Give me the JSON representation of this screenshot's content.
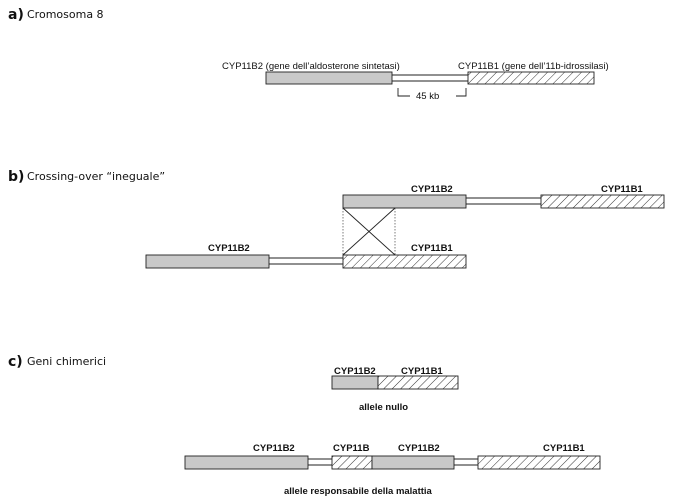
{
  "sections": {
    "a": {
      "letter": "a)",
      "title": "Cromosoma 8"
    },
    "b": {
      "letter": "b)",
      "title": "Crossing-over “ineguale”"
    },
    "c": {
      "letter": "c)",
      "title": "Geni chimerici"
    }
  },
  "labels": {
    "a_b2": "CYP11B2 (gene dell’aldosterone sintetasi)",
    "a_b1": "CYP11B1 (gene dell’11b-idrossilasi)",
    "a_gap": "45 kb",
    "b_top_b2": "CYP11B2",
    "b_top_b1": "CYP11B1",
    "b_bot_b2": "CYP11B2",
    "b_bot_b1": "CYP11B1",
    "c1_b2": "CYP11B2",
    "c1_b1": "CYP11B1",
    "c1_caption": "allele nullo",
    "c2_b2a": "CYP11B2",
    "c2_b": "CYP11B",
    "c2_b2b": "CYP11B2",
    "c2_b1": "CYP11B1",
    "c2_caption": "allele responsabile della malattia"
  },
  "colors": {
    "gene_b2": "#c9c9c9",
    "outline": "#222222"
  }
}
